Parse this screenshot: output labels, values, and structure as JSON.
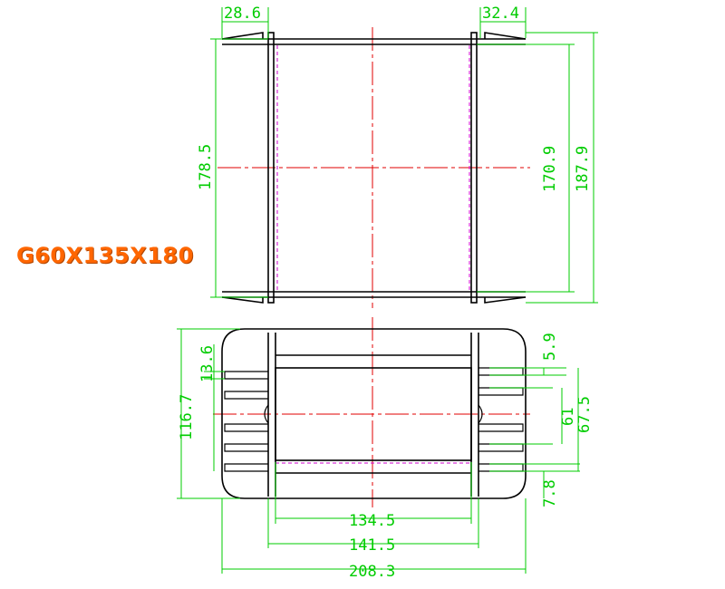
{
  "model": "G60X135X180",
  "colors": {
    "object_line": "#000000",
    "dimension": "#00cc00",
    "center_line": "#e00000",
    "hidden_line": "#cc00cc",
    "model_label": "#ff6600"
  },
  "dimensions": {
    "top_flange_left": "28.6",
    "top_flange_right": "32.4",
    "height_inner_left": "178.5",
    "height_inner_right": "170.9",
    "height_overall": "187.9",
    "bottom_left_fin": "13.6",
    "bottom_left_height": "116.7",
    "bottom_right_slot": "5.9",
    "bottom_right_61": "61",
    "bottom_right_67": "67.5",
    "bottom_right_78": "7.8",
    "width_inner": "134.5",
    "width_mid": "141.5",
    "width_overall": "208.3"
  }
}
